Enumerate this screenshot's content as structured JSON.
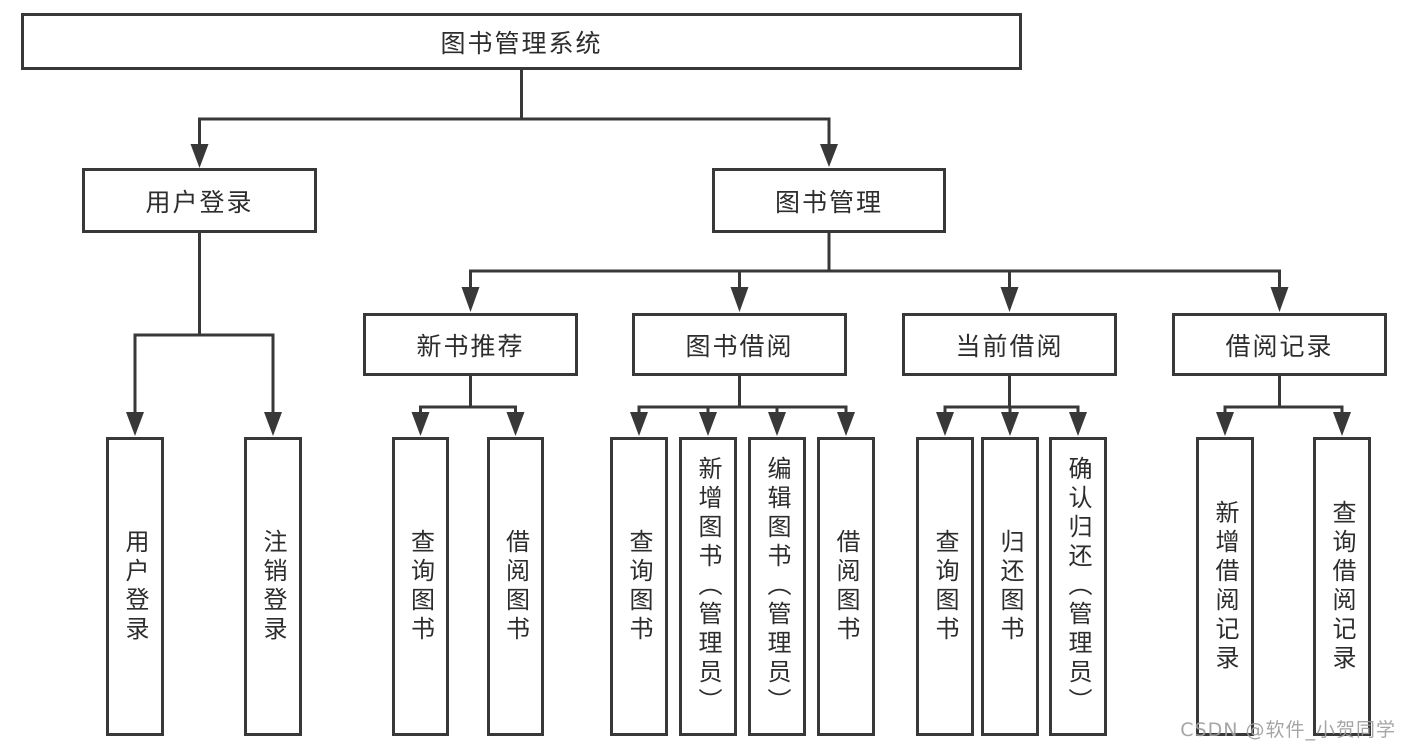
{
  "tree": {
    "label": "图书管理系统",
    "children": [
      {
        "label": "用户登录",
        "children": [
          {
            "label": "用户登录"
          },
          {
            "label": "注销登录"
          }
        ]
      },
      {
        "label": "图书管理",
        "children": [
          {
            "label": "新书推荐",
            "children": [
              {
                "label": "查询图书"
              },
              {
                "label": "借阅图书"
              }
            ]
          },
          {
            "label": "图书借阅",
            "children": [
              {
                "label": "查询图书"
              },
              {
                "label": "新增图书（管理员）"
              },
              {
                "label": "编辑图书（管理员）"
              },
              {
                "label": "借阅图书"
              }
            ]
          },
          {
            "label": "当前借阅",
            "children": [
              {
                "label": "查询图书"
              },
              {
                "label": "归还图书"
              },
              {
                "label": "确认归还（管理员）"
              }
            ]
          },
          {
            "label": "借阅记录",
            "children": [
              {
                "label": "新增借阅记录"
              },
              {
                "label": "查询借阅记录"
              }
            ]
          }
        ]
      }
    ]
  },
  "watermark": {
    "text": "CSDN @软件_小贺同学"
  },
  "colors": {
    "line": "#383838",
    "text": "#2d2d2d",
    "background": "#ffffff",
    "watermark": "#9e9e9e"
  }
}
